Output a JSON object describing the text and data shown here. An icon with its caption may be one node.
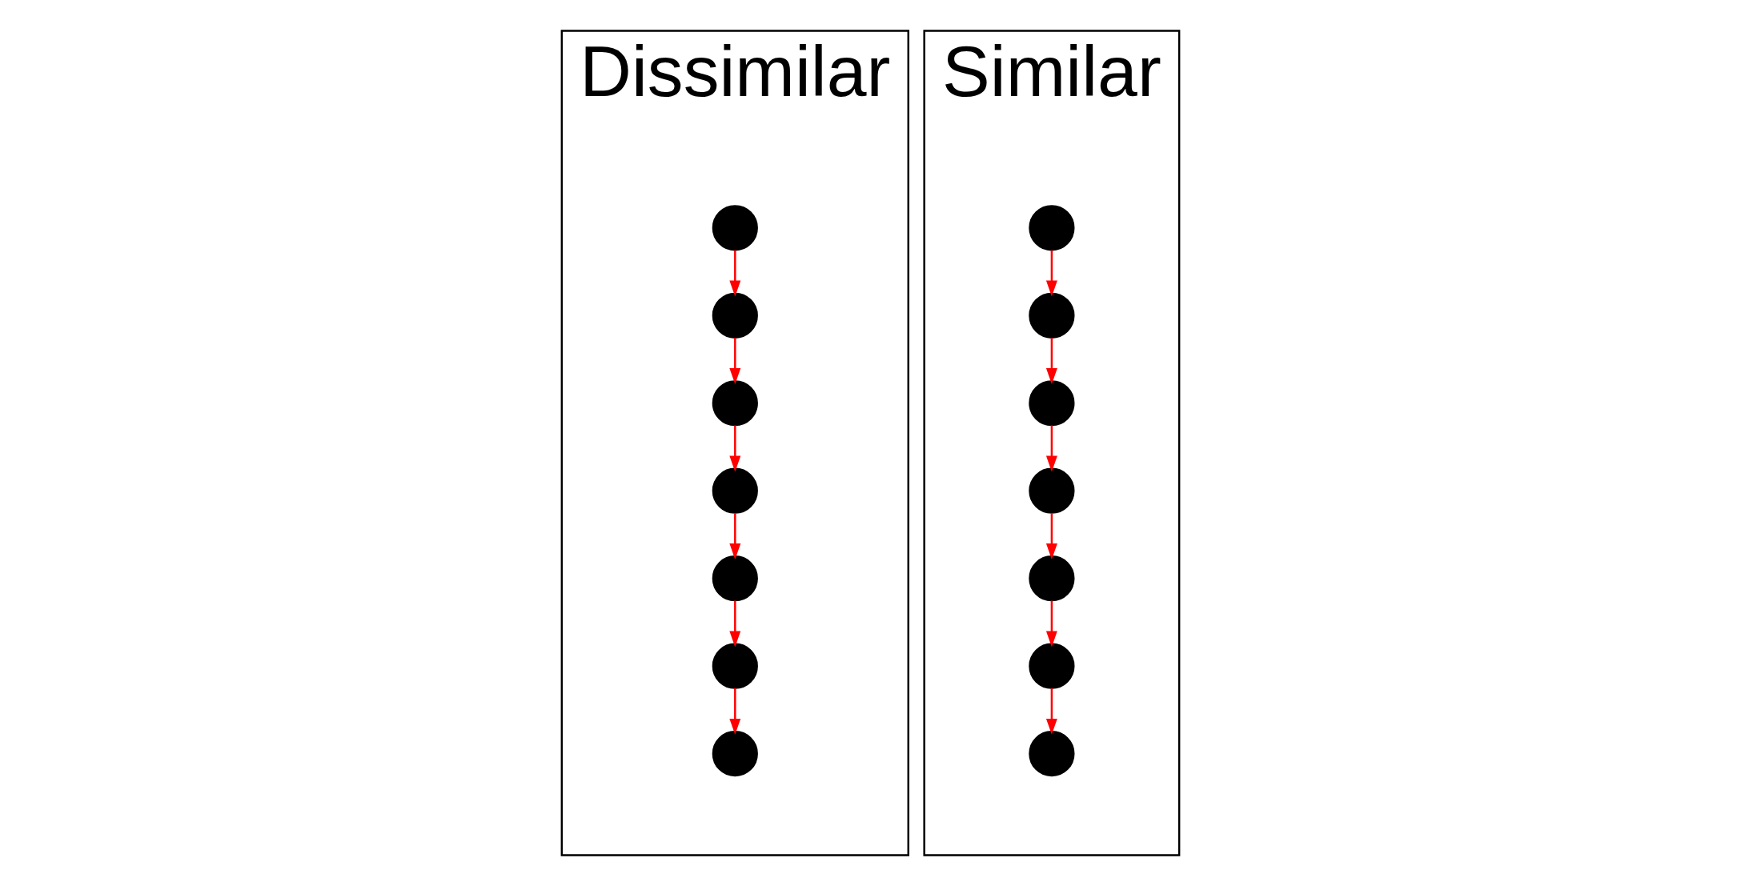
{
  "diagram": {
    "nodes": [
      {
        "text": [
          "Dissimilar"
        ]
      },
      {
        "text": [],
        "shape": "circle",
        "in": 0
      },
      {
        "text": [],
        "shape": "circle",
        "in": 0
      },
      {
        "text": [],
        "shape": "circle",
        "in": 0
      },
      {
        "text": [],
        "shape": "circle",
        "in": 0
      },
      {
        "text": [],
        "shape": "circle",
        "in": 0
      },
      {
        "text": [],
        "shape": "circle",
        "in": 0
      },
      {
        "text": [],
        "shape": "circle",
        "in": 0
      },
      {
        "text": [
          "Similar"
        ]
      },
      {
        "text": [],
        "shape": "circle",
        "in": 8
      },
      {
        "text": [],
        "shape": "circle",
        "in": 8
      },
      {
        "text": [],
        "shape": "circle",
        "in": 8
      },
      {
        "text": [],
        "shape": "circle",
        "in": 8
      },
      {
        "text": [],
        "shape": "circle",
        "in": 8
      },
      {
        "text": [],
        "shape": "circle",
        "in": 8
      },
      {
        "text": [],
        "shape": "circle",
        "in": 8
      }
    ],
    "edges": [
      {
        "from": 1,
        "to": 2,
        "arrow": "to"
      },
      {
        "from": 2,
        "to": 3,
        "arrow": "to"
      },
      {
        "from": 3,
        "to": 4,
        "arrow": "to"
      },
      {
        "from": 4,
        "to": 5,
        "arrow": "to"
      },
      {
        "from": 5,
        "to": 6,
        "arrow": "to"
      },
      {
        "from": 6,
        "to": 7,
        "arrow": "to"
      },
      {
        "from": 9,
        "to": 10,
        "arrow": "to"
      },
      {
        "from": 10,
        "to": 11,
        "arrow": "to"
      },
      {
        "from": 11,
        "to": 12,
        "arrow": "to"
      },
      {
        "from": 12,
        "to": 13,
        "arrow": "to"
      },
      {
        "from": 13,
        "to": 14,
        "arrow": "to"
      },
      {
        "from": 14,
        "to": 15,
        "arrow": "to"
      }
    ]
  }
}
